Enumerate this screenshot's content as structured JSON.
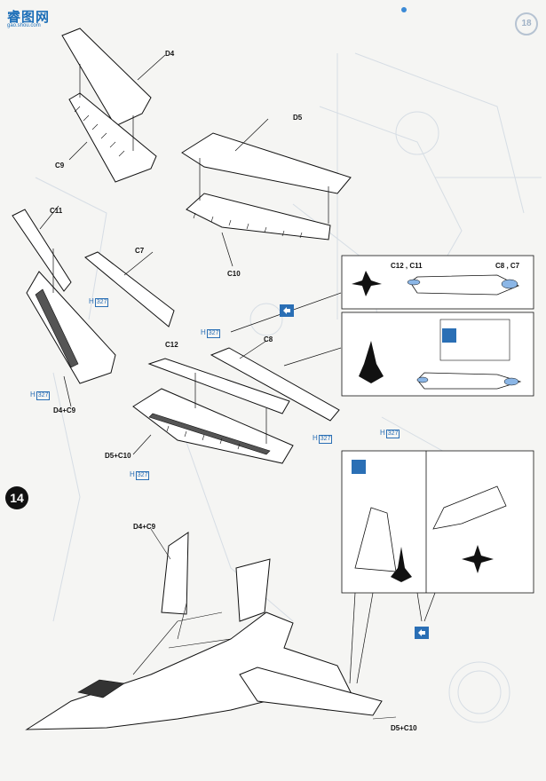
{
  "watermark": {
    "logo_text": "睿图网",
    "logo_sub": "gao.shou.com"
  },
  "page_number": "18",
  "step_number": "14",
  "parts": {
    "d4": "D4",
    "c9": "C9",
    "d5": "D5",
    "c10": "C10",
    "c11": "C11",
    "c7": "C7",
    "c12": "C12",
    "c8": "C8",
    "d4_c9_wing": "D4+C9",
    "d5_c10_wing": "D5+C10",
    "d4_c9_aircraft": "D4+C9",
    "d5_c10_aircraft": "D5+C10",
    "c12_c11_detail": "C12 , C11",
    "c8_c7_detail": "C8 , C7"
  },
  "h_refs": {
    "h327_a": "H",
    "h327_b": "H",
    "h327_c": "H",
    "h327_d": "H",
    "h327_e": "H",
    "h327_f": "H",
    "code": "327"
  },
  "colors": {
    "accent_blue": "#2a6fb5",
    "ink": "#111111",
    "detail_fill": "#8bb6e6"
  },
  "icons": [
    "arrow-detail-icon",
    "jet-silhouette-icon",
    "cement-tube-icon"
  ]
}
